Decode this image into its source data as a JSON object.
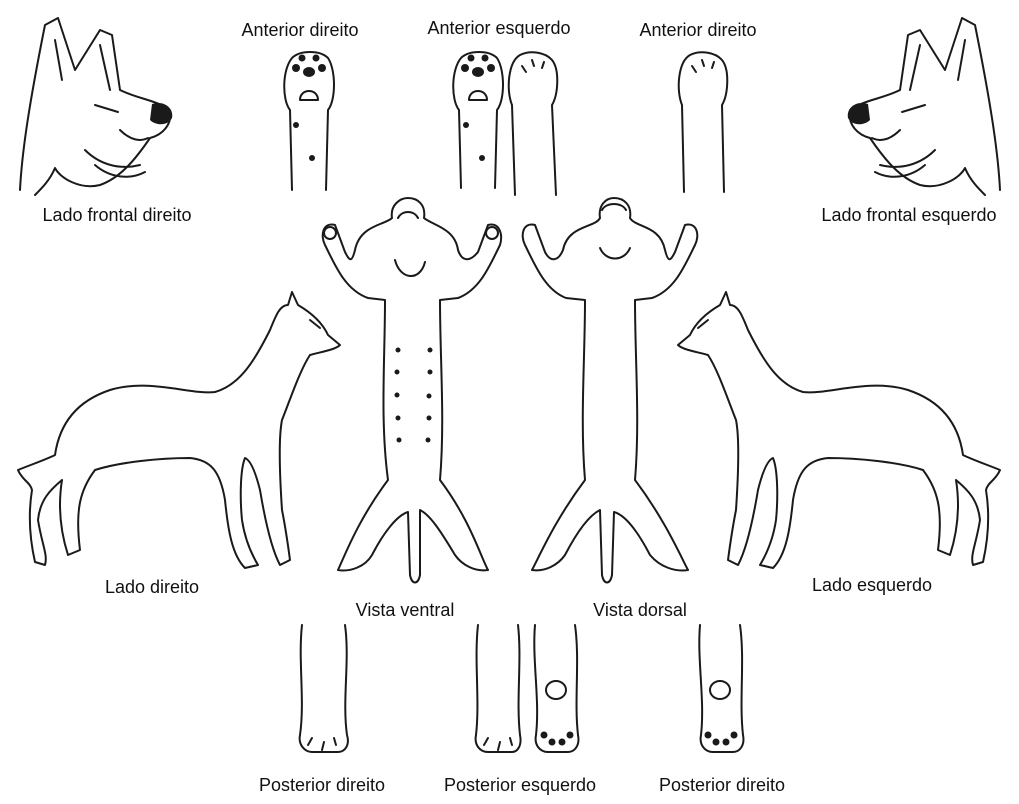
{
  "diagram": {
    "labels": {
      "right_front_side": "Lado frontal direito",
      "left_front_side": "Lado frontal esquerdo",
      "front_right_1": "Anterior direito",
      "front_left": "Anterior esquerdo",
      "front_right_2": "Anterior direito",
      "right_side": "Lado direito",
      "left_side": "Lado esquerdo",
      "ventral_view": "Vista ventral",
      "dorsal_view": "Vista dorsal",
      "rear_right_1": "Posterior direito",
      "rear_left": "Posterior esquerdo",
      "rear_right_2": "Posterior direito"
    },
    "colors": {
      "ink": "#1a1a1a",
      "background": "#ffffff"
    }
  }
}
